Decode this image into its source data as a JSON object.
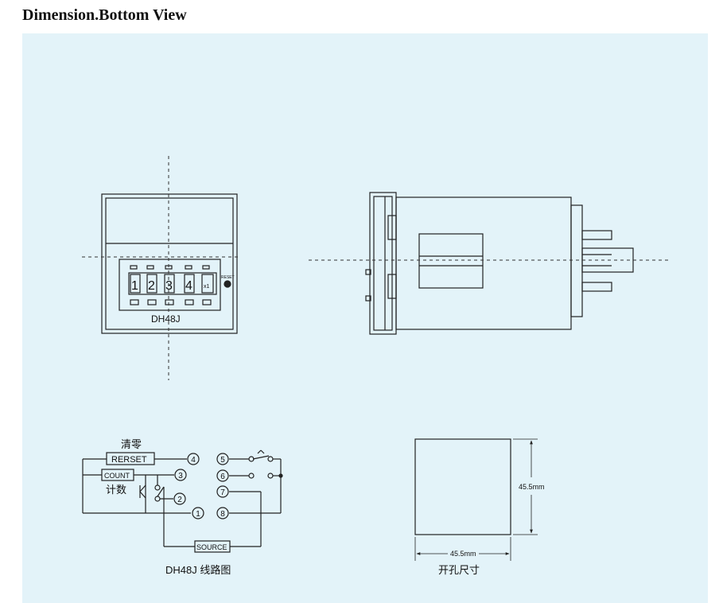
{
  "header": {
    "title": "Dimension.Bottom View"
  },
  "front_view": {
    "model_label": "DH48J",
    "digits": [
      "1",
      "2",
      "3",
      "4"
    ],
    "multiplier": "x1",
    "reset_label": "RESET"
  },
  "wiring": {
    "reset_label_cn": "清零",
    "reset_box": "RERSET",
    "count_box": "COUNT",
    "count_label_cn": "计数",
    "source_box": "SOURCE",
    "caption": "DH48J 线路图",
    "terminals": [
      "①",
      "②",
      "③",
      "④",
      "⑤",
      "⑥",
      "⑦",
      "⑧"
    ]
  },
  "cutout": {
    "height_label": "45.5mm",
    "width_label": "45.5mm",
    "caption": "开孔尺寸"
  },
  "colors": {
    "panel_bg": "#e3f3f9",
    "line": "#222222"
  }
}
